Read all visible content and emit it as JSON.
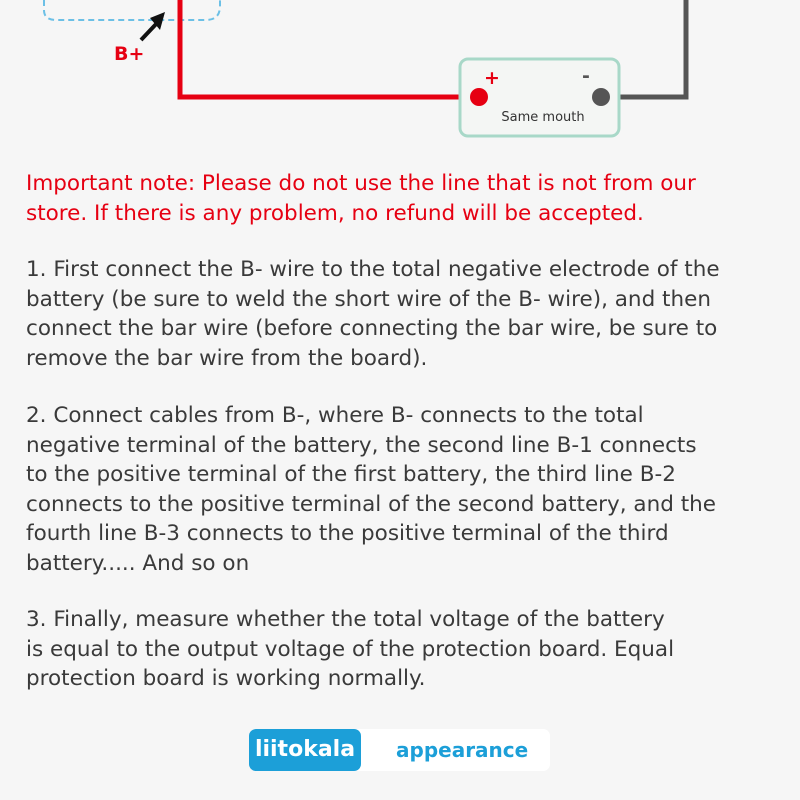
{
  "diagram": {
    "bplus_label": "B+",
    "plus_sign": "+",
    "minus_sign": "-",
    "port_label": "Same mouth",
    "colors": {
      "positive_wire": "#e60012",
      "negative_wire": "#555555",
      "port_border": "#a8d8c8",
      "dashed_box": "#6cc0e6"
    }
  },
  "note": "Important note: Please do not use the line that is not from our\nstore. If there is any problem, no refund will be accepted.",
  "steps": [
    "1. First connect the B- wire to the total negative electrode of the\nbattery (be sure to weld the short wire of the B- wire), and then\nconnect the bar wire (before connecting the bar wire, be sure to\nremove the bar wire from the board).",
    "2. Connect cables from B-, where B- connects to the total\nnegative terminal of the battery, the second line B-1 connects\nto the positive terminal of the first battery, the third line B-2\nconnects to the positive terminal of the second battery, and the\nfourth line B-3 connects to the positive terminal of the third\nbattery..... And so on",
    "3. Finally, measure whether the total voltage of the battery\nis equal to the output voltage of the protection board. Equal\nprotection board is working normally."
  ],
  "brand": {
    "logo": "liitokala",
    "tab": "appearance",
    "color": "#1c9fd8"
  }
}
